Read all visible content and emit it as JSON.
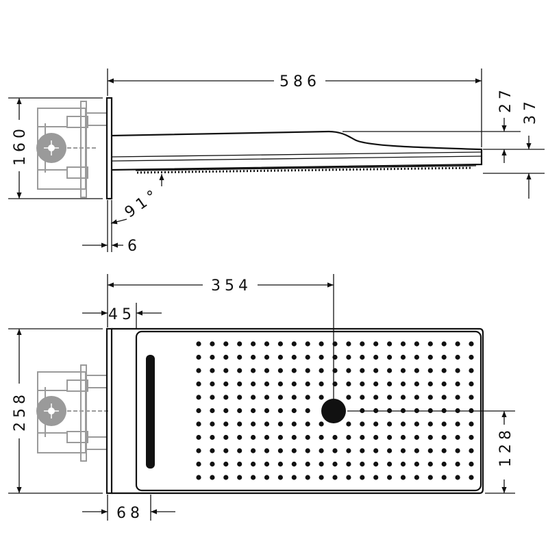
{
  "side_view": {
    "dim_length": "586",
    "dim_height_box": "160",
    "dim_spout_drop": "27",
    "dim_total_drop": "37",
    "dim_angle": "91°",
    "dim_plate": "6"
  },
  "top_view": {
    "dim_center": "354",
    "dim_offset": "45",
    "dim_width": "258",
    "dim_half_width": "128",
    "dim_depth": "68"
  },
  "nozzle_grid": {
    "columns": 21,
    "rows": 11
  },
  "colors": {
    "line": "#111111",
    "hidden_part": "#9a9a9a"
  }
}
